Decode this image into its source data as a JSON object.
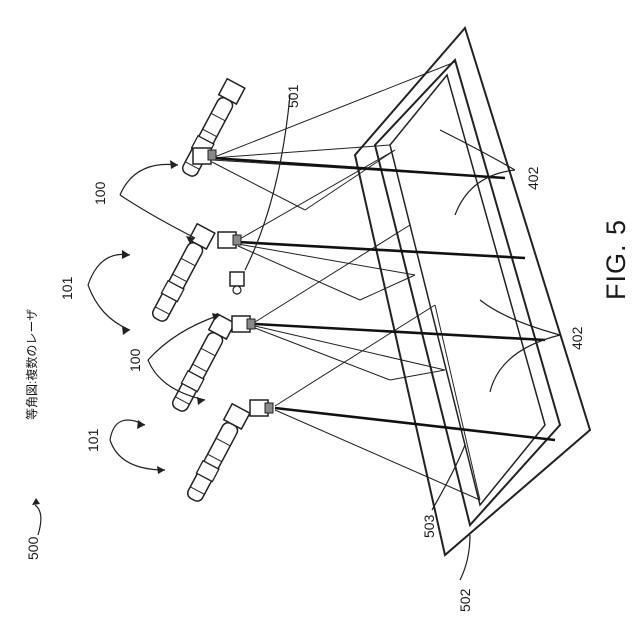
{
  "figure": {
    "number_label": "500",
    "caption": "等角図:複数のレーザ",
    "fig_title": "FIG. 5"
  },
  "labels": {
    "laser_top": "100",
    "laser_bottom": "100",
    "mount_top": "101",
    "mount_bottom": "101",
    "target": "501",
    "beam_top": "402",
    "beam_bottom": "402",
    "inner_frame": "503",
    "outer_frame": "502"
  }
}
